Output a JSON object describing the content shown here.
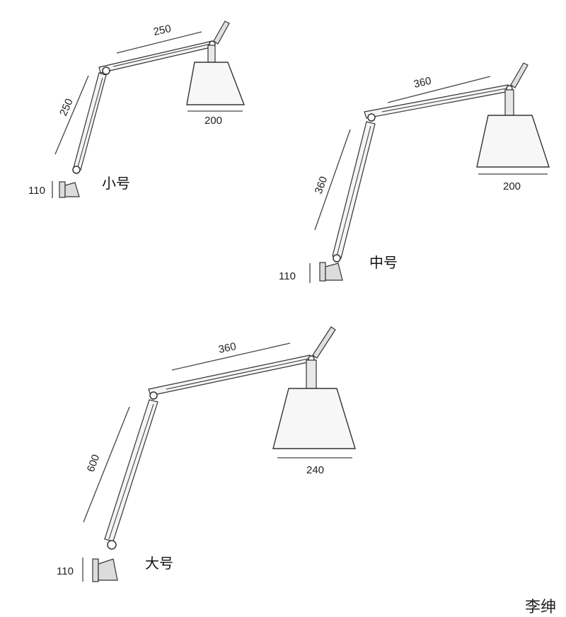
{
  "lamps": [
    {
      "size_label": "小号",
      "upper_arm": "250",
      "lower_arm": "250",
      "shade_width": "200",
      "bracket_height": "110"
    },
    {
      "size_label": "中号",
      "upper_arm": "360",
      "lower_arm": "360",
      "shade_width": "200",
      "bracket_height": "110"
    },
    {
      "size_label": "大号",
      "upper_arm": "360",
      "lower_arm": "600",
      "shade_width": "240",
      "bracket_height": "110"
    }
  ],
  "signature": "李绅"
}
